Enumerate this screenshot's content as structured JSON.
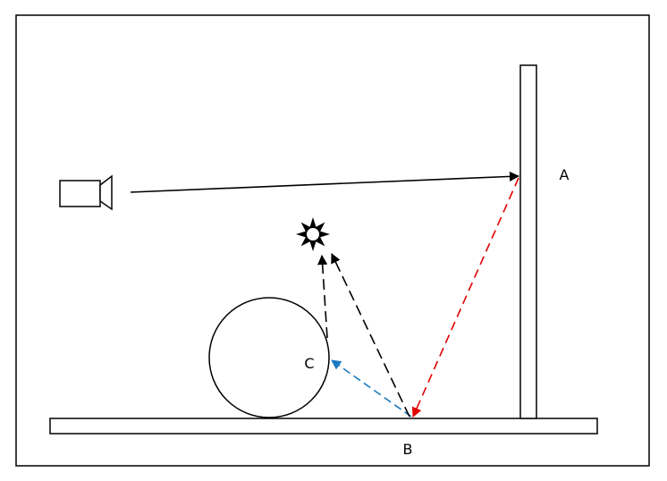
{
  "labels": {
    "wall_point": "A",
    "floor_point": "B",
    "sphere_point": "C"
  },
  "icons": {
    "camera": "camera-icon",
    "light": "sun-icon"
  },
  "colors": {
    "primary_ray": "#000000",
    "reflected_ray": "#e00000",
    "secondary_ray": "#1a7ac0",
    "shadow_rays": "#000000",
    "outline": "#000000",
    "background": "#ffffff"
  }
}
